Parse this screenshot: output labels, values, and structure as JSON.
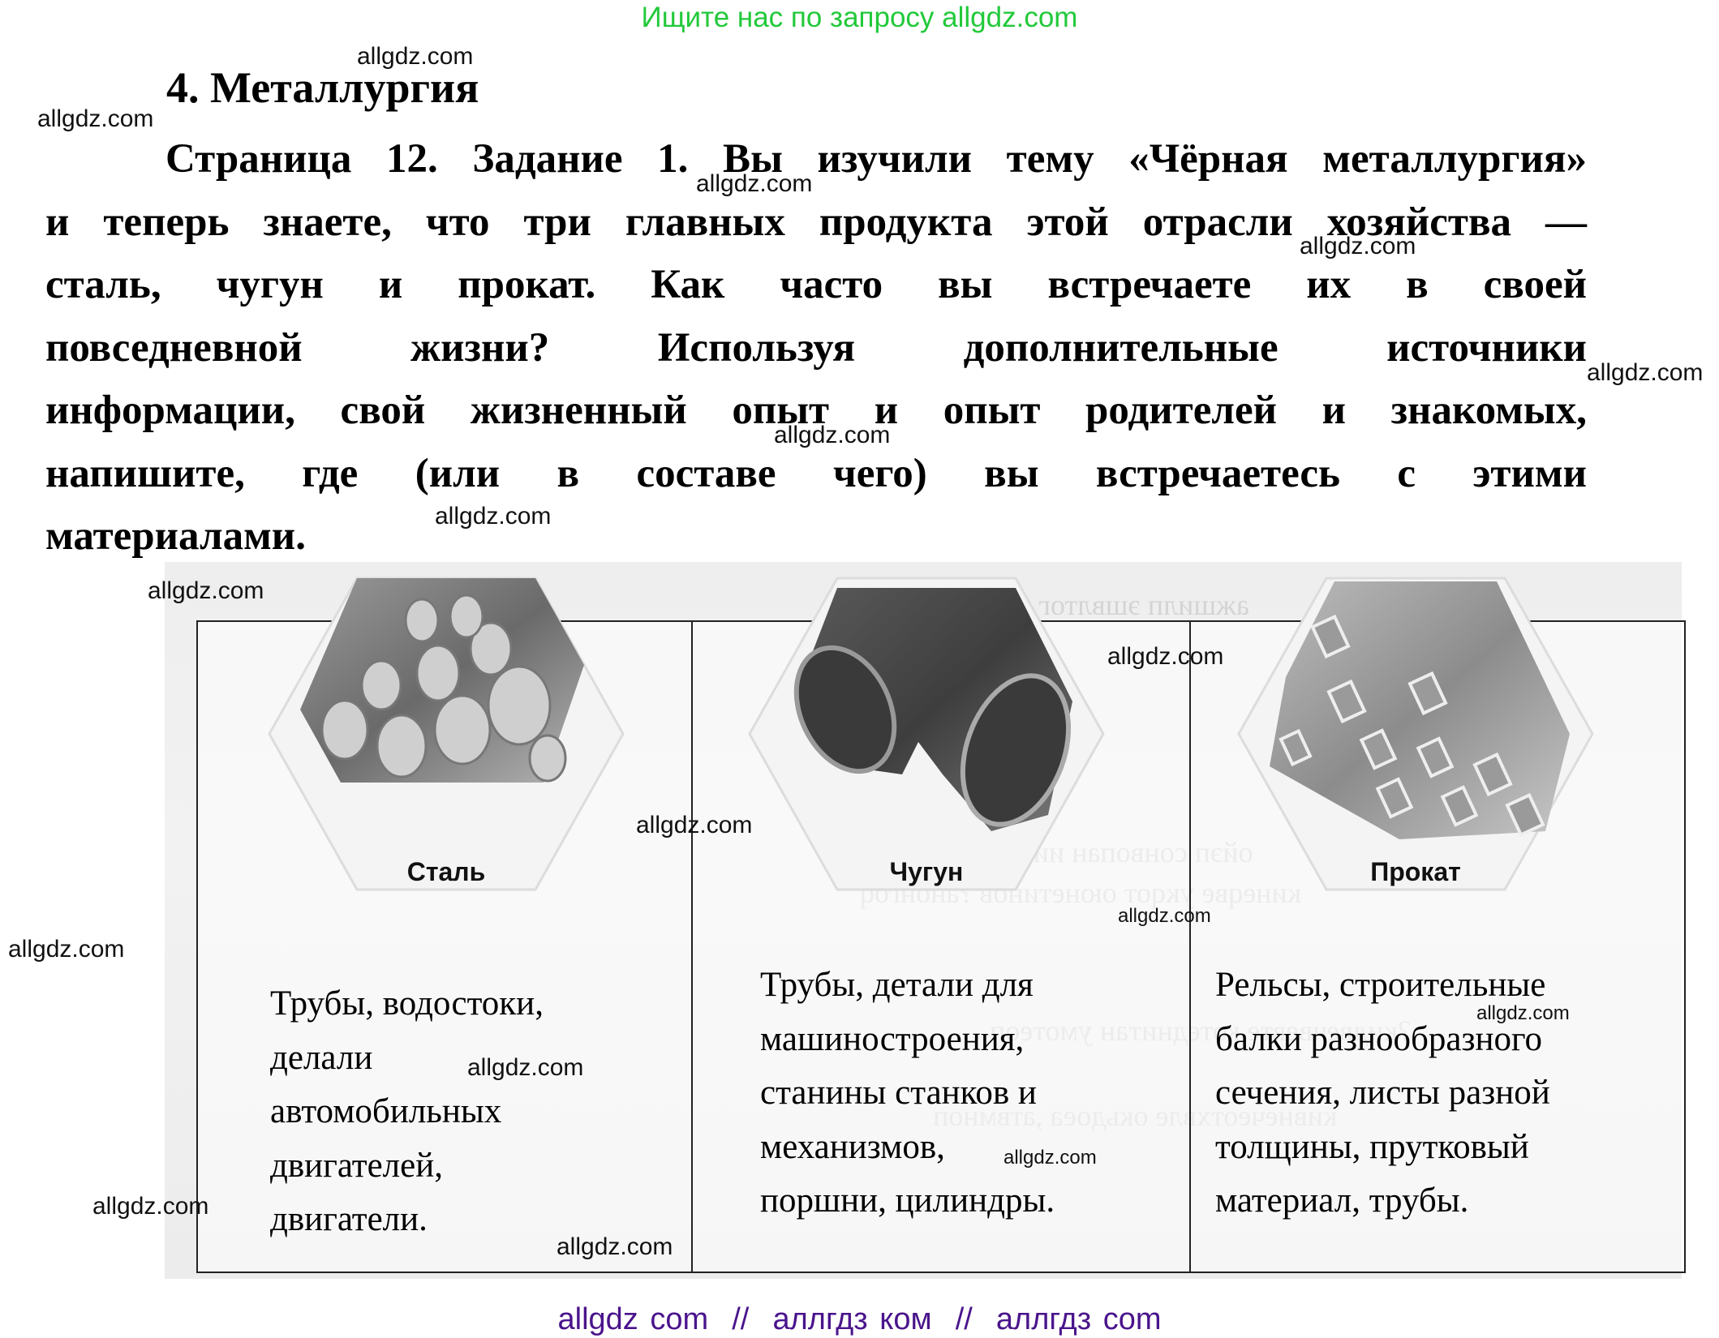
{
  "banner": {
    "text": "Ищите нас по запросу allgdz.com",
    "color": "#22c93a"
  },
  "heading": {
    "text": "4. Металлургия"
  },
  "task": {
    "lines": [
      "Страница 12. Задание 1. Вы изучили тему «Чёрная металлургия»",
      "и теперь знаете, что три главных продукта этой отрасли хозяйства —",
      "сталь, чугун и прокат. Как часто вы встречаете их в своей",
      "повседневной жизни? Используя дополнительные источники",
      "информации, свой жизненный опыт и опыт родителей и знакомых,",
      "напишите, где (или в составе чего) вы встречаетесь с этими",
      "материалами."
    ]
  },
  "table": {
    "columns": [
      {
        "label": "Сталь",
        "image": "steel-rebar-bundle",
        "answer_lines": [
          "Трубы, водостоки,",
          "делали",
          "автомобильных",
          "двигателей,",
          "двигатели."
        ]
      },
      {
        "label": "Чугун",
        "image": "cast-iron-pipe-elbow",
        "answer_lines": [
          "Трубы, детали для",
          "машиностроения,",
          "станины станков и",
          "механизмов,",
          "поршни, цилиндры."
        ]
      },
      {
        "label": "Прокат",
        "image": "rolled-square-tubes",
        "answer_lines": [
          "Рельсы, строительные",
          "балки разнообразного",
          "сечения, листы разной",
          "толщины, прутковый",
          "материал, трубы."
        ]
      }
    ]
  },
  "watermarks": {
    "text": "allgdz.com"
  },
  "footer": {
    "text": "allgdz com  //  аллгдз ком  //  аллгдз com",
    "color": "#4a148c"
  }
}
